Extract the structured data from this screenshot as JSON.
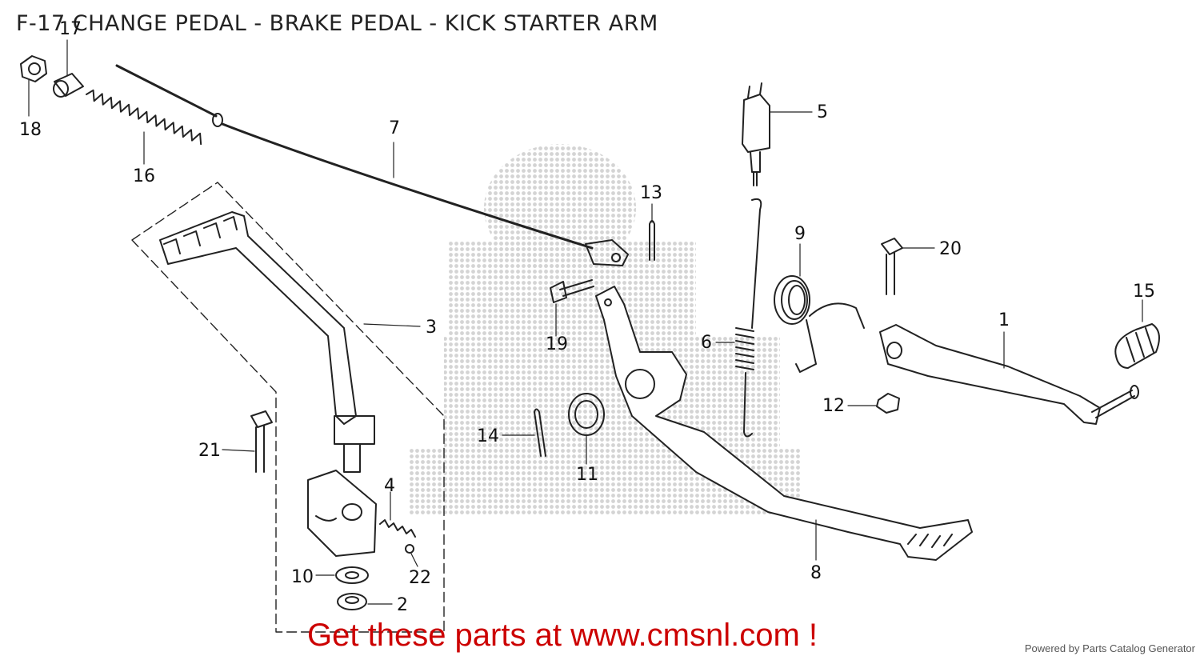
{
  "title": "F-17 CHANGE PEDAL - BRAKE PEDAL - KICK STARTER ARM",
  "cta": "Get these parts at www.cmsnl.com !",
  "credit": "Powered by Parts Catalog Generator",
  "callouts": [
    {
      "id": "c1",
      "text": "1"
    },
    {
      "id": "c2",
      "text": "2"
    },
    {
      "id": "c3",
      "text": "3"
    },
    {
      "id": "c4",
      "text": "4"
    },
    {
      "id": "c5",
      "text": "5"
    },
    {
      "id": "c6",
      "text": "6"
    },
    {
      "id": "c7",
      "text": "7"
    },
    {
      "id": "c8",
      "text": "8"
    },
    {
      "id": "c9",
      "text": "9"
    },
    {
      "id": "c10",
      "text": "10"
    },
    {
      "id": "c11",
      "text": "11"
    },
    {
      "id": "c12",
      "text": "12"
    },
    {
      "id": "c13",
      "text": "13"
    },
    {
      "id": "c14",
      "text": "14"
    },
    {
      "id": "c15",
      "text": "15"
    },
    {
      "id": "c16",
      "text": "16"
    },
    {
      "id": "c17",
      "text": "17"
    },
    {
      "id": "c18",
      "text": "18"
    },
    {
      "id": "c19",
      "text": "19"
    },
    {
      "id": "c20",
      "text": "20"
    },
    {
      "id": "c21",
      "text": "21"
    },
    {
      "id": "c22",
      "text": "22"
    }
  ],
  "colors": {
    "cta": "#cc0000",
    "ink": "#222222",
    "watermark": "#d6d6d6"
  }
}
